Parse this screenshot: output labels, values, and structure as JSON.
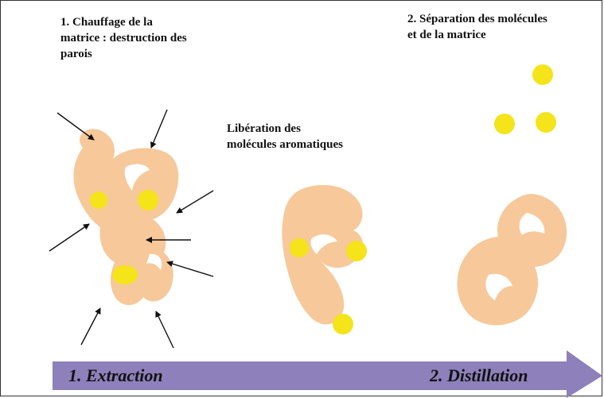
{
  "labels": {
    "step1": "1. Chauffage  de la\nmatrice : destruction des\nparois",
    "step2": "2. Séparation des molécules\net de la matrice",
    "liberation": "Libération des\nmolécules aromatiques"
  },
  "process_arrow": {
    "phase1": "1. Extraction",
    "phase2": "2. Distillation"
  },
  "colors": {
    "matrix": "#F7C899",
    "molecule": "#F4E419",
    "process_arrow": "#8E80BA",
    "border": "#333333"
  }
}
